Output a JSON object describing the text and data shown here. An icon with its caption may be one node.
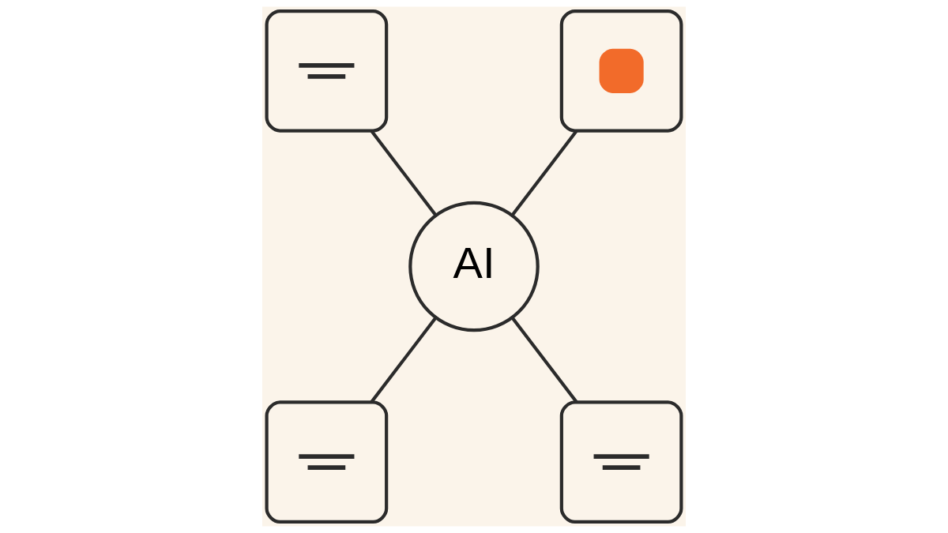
{
  "diagram": {
    "nodes": [
      {
        "text": [],
        "shape": "box"
      },
      {
        "text": [],
        "shape": "box"
      },
      {
        "text": [
          "AI"
        ]
      },
      {
        "text": [],
        "shape": "box"
      },
      {
        "text": [],
        "shape": "box"
      }
    ],
    "edges": [
      {
        "from": 0,
        "to": 2,
        "arrow": "none"
      },
      {
        "from": 1,
        "to": 2,
        "arrow": "none"
      },
      {
        "from": 3,
        "to": 2,
        "arrow": "none"
      },
      {
        "from": 4,
        "to": 2,
        "arrow": "none"
      }
    ]
  }
}
